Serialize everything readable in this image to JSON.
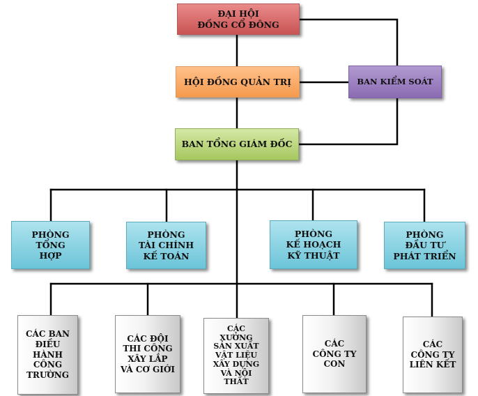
{
  "chart": {
    "top": {
      "shareholders": "ĐẠI HỘI\nĐỒNG CỔ ĐÔNG",
      "board": "HỘI ĐỒNG QUẢN TRỊ",
      "supervisory": "BAN KIỂM SOÁT",
      "directors": "BAN TỔNG GIÁM ĐỐC"
    },
    "departments": [
      "PHÒNG\nTỔNG\nHỢP",
      "PHÒNG\nTÀI CHÍNH\nKẾ TOÁN",
      "PHÒNG\nKẾ HOẠCH\nKỸ THUẬT",
      "PHÒNG\nĐẦU TƯ\nPHÁT TRIỂN"
    ],
    "units": [
      "CÁC BAN\nĐIỀU\nHÀNH\nCÔNG\nTRƯỜNG",
      "CÁC ĐỘI\nTHI CÔNG\nXÂY LẮP\nVÀ CƠ GIỚI",
      "CÁC\nXƯỞNG\nSẢN XUẤT\nVẬT LIỆU\nXÂY DỰNG\nVÀ NỘI\nTHẤT",
      "CÁC\nCÔNG TY\nCON",
      "CÁC\nCÔNG TY\nLIÊN KẾT"
    ]
  },
  "colors": {
    "shareholders": "#d9696a",
    "board": "#f8ad6d",
    "supervisory": "#9f81c4",
    "directors": "#bcd882",
    "departments": "#8ad2e2",
    "units": "#e6e6e6",
    "connector": "#000000"
  }
}
